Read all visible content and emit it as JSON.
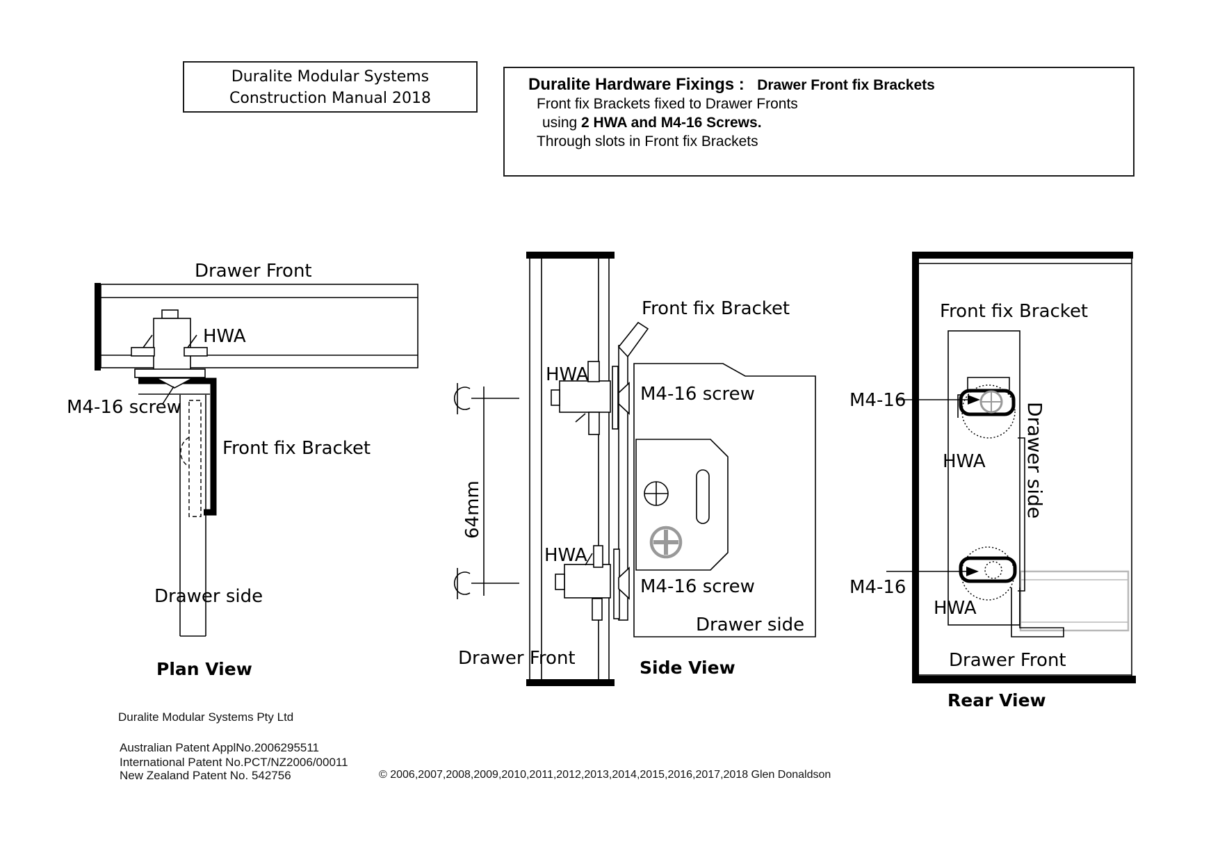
{
  "header": {
    "manual_box": {
      "line1": "Duralite Modular Systems",
      "line2": "Construction Manual 2018"
    },
    "fixings_box": {
      "title": "Duralite Hardware Fixings :",
      "subtitle": "Drawer Front fix Brackets",
      "line1": "Front fix Brackets fixed to Drawer Fronts",
      "line2_prefix": "using ",
      "line2_bold": "2 HWA and M4-16 Screws.",
      "line3": "Through slots in Front fix Brackets"
    }
  },
  "plan_view": {
    "caption": "Plan View",
    "labels": {
      "drawer_front": "Drawer Front",
      "hwa": "HWA",
      "m4_screw": "M4-16 screw",
      "front_fix_bracket": "Front fix Bracket",
      "drawer_side": "Drawer side"
    }
  },
  "side_view": {
    "caption": "Side View",
    "labels": {
      "front_fix_bracket": "Front fix Bracket",
      "hwa_top": "HWA",
      "hwa_bottom": "HWA",
      "m4_screw_top": "M4-16 screw",
      "m4_screw_bottom": "M4-16 screw",
      "dimension": "64mm",
      "drawer_front": "Drawer Front",
      "drawer_side": "Drawer side"
    }
  },
  "rear_view": {
    "caption": "Rear View",
    "labels": {
      "front_fix_bracket": "Front fix Bracket",
      "m4_top": "M4-16",
      "m4_bottom": "M4-16",
      "hwa_top": "HWA",
      "hwa_bottom": "HWA",
      "drawer_side": "Drawer side",
      "drawer_front": "Drawer Front"
    }
  },
  "footer": {
    "company": "Duralite Modular Systems Pty Ltd",
    "patent_au": "Australian Patent ApplNo.2006295511",
    "patent_intl": "International Patent No.PCT/NZ2006/00011",
    "patent_nz": "New Zealand Patent No. 542756",
    "copyright": "© 2006,2007,2008,2009,2010,2011,2012,2013,2014,2015,2016,2017,2018 Glen Donaldson"
  },
  "colors": {
    "line": "#000000",
    "gray_screw": "#999999",
    "gray_panel": "#b8b8b8"
  }
}
